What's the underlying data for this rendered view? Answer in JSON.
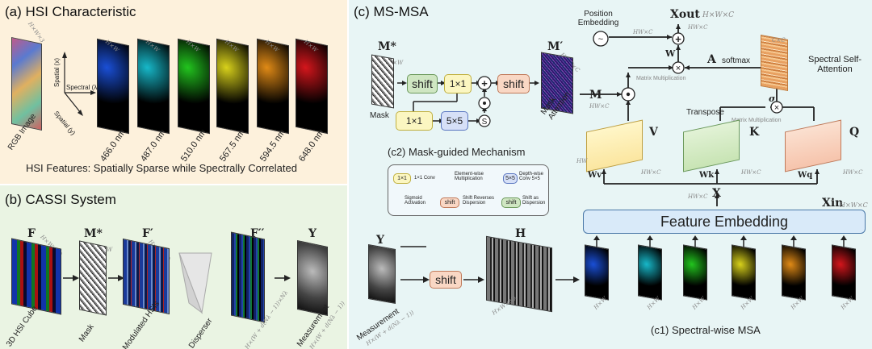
{
  "panel_a": {
    "title": "(a) HSI Characteristic",
    "rgb_label": "RGB Image",
    "rgb_dim": "H×W×3",
    "axis_x": "Spatial (x)",
    "axis_y": "Spatial (y)",
    "axis_l": "Spectral (λ)",
    "bands": [
      {
        "nm": "466.0 nm",
        "dim": "H×W",
        "color": "#1a4fd6"
      },
      {
        "nm": "487.0 nm",
        "dim": "H×W",
        "color": "#17b8c9"
      },
      {
        "nm": "510.0 nm",
        "dim": "H×W",
        "color": "#22c41e"
      },
      {
        "nm": "567.5 nm",
        "dim": "H×W",
        "color": "#d8d11b"
      },
      {
        "nm": "594.5 nm",
        "dim": "H×W",
        "color": "#e08a16"
      },
      {
        "nm": "648.0 nm",
        "dim": "H×W",
        "color": "#d4161c"
      }
    ],
    "features": "HSI Features: Spatially Sparse while Spectrally Correlated"
  },
  "panel_b": {
    "title": "(b) CASSI System",
    "F": "F",
    "F_dim": "H×W×Nλ",
    "F_label": "3D HSI Cube",
    "M": "M*",
    "M_dim": "H×W",
    "M_label": "Mask",
    "Fp": "F′",
    "Fp_dim": "H×W×Nλ",
    "Fp_label": "Modulated HSIs",
    "disperser": "Disperser",
    "Fpp": "F′′",
    "Fpp_dim": "H×(W + d(Nλ − 1))×Nλ",
    "Y": "Y",
    "Y_label": "Measurement",
    "Y_dim": "H×(W + d(Nλ − 1))"
  },
  "panel_c": {
    "title": "(c) MS-MSA",
    "mask_sym": "M*",
    "mask_dim": "H×W",
    "mask_label": "Mask",
    "shift": "shift",
    "conv1": "1×1",
    "conv5": "5×5",
    "sigmoid": "S",
    "Mp_sym": "M′",
    "Mp_dim": "H×W×C",
    "Mp_label": "Mask Attention",
    "c2_caption": "(c2) Mask-guided Mechanism",
    "pos_emb": "Position Embedding",
    "hwc": "HW×C",
    "xout": "Xout",
    "xout_dim": "H×W×C",
    "W_sym": "W",
    "A_sym": "A",
    "softmax": "softmax",
    "matmul": "Matrix Multiplication",
    "spectral_sa": "Spectral Self-Attention",
    "cxc": "C×C",
    "M_sym": "M",
    "M_dim": "HW×C",
    "transpose": "Transpose",
    "sigma": "σ",
    "V": "V",
    "K": "K",
    "Q": "Q",
    "Wv": "Wv",
    "Wk": "Wk",
    "Wq": "Wq",
    "hw": "HW",
    "one": "1×1",
    "X": "X",
    "X_dim": "HW×C",
    "Xin": "Xin",
    "Xin_dim": "H×W×C",
    "feature_embedding": "Feature Embedding",
    "legend": {
      "conv1": "1×1 Conv",
      "ew": "Element-wise Multiplication",
      "dw": "Depth-wise Conv 5×5",
      "sig": "Sigmoid Activation",
      "srd": "Shift Reverses Dispersion",
      "sad": "Shift as Dispersion"
    },
    "Y_sym": "Y",
    "Y_label": "Measurement",
    "Y_dim": "H×(W + d(Nλ − 1))",
    "H_sym": "H",
    "H_dim": "H×W×Nλ",
    "c1_caption": "(c1) Spectral-wise MSA",
    "out_dim": "H×W"
  },
  "colors": {
    "panel_a_bg": "#fdf1dc",
    "panel_b_bg": "#eaf4e3",
    "panel_c_bg": "#e8f5f5",
    "shift_green": "#cfe6c2",
    "conv_yellow": "#fbf6c1",
    "conv_blue": "#d6e0f7",
    "shift_orange": "#f9d7c4",
    "fe_blue": "#d9eaf9"
  }
}
